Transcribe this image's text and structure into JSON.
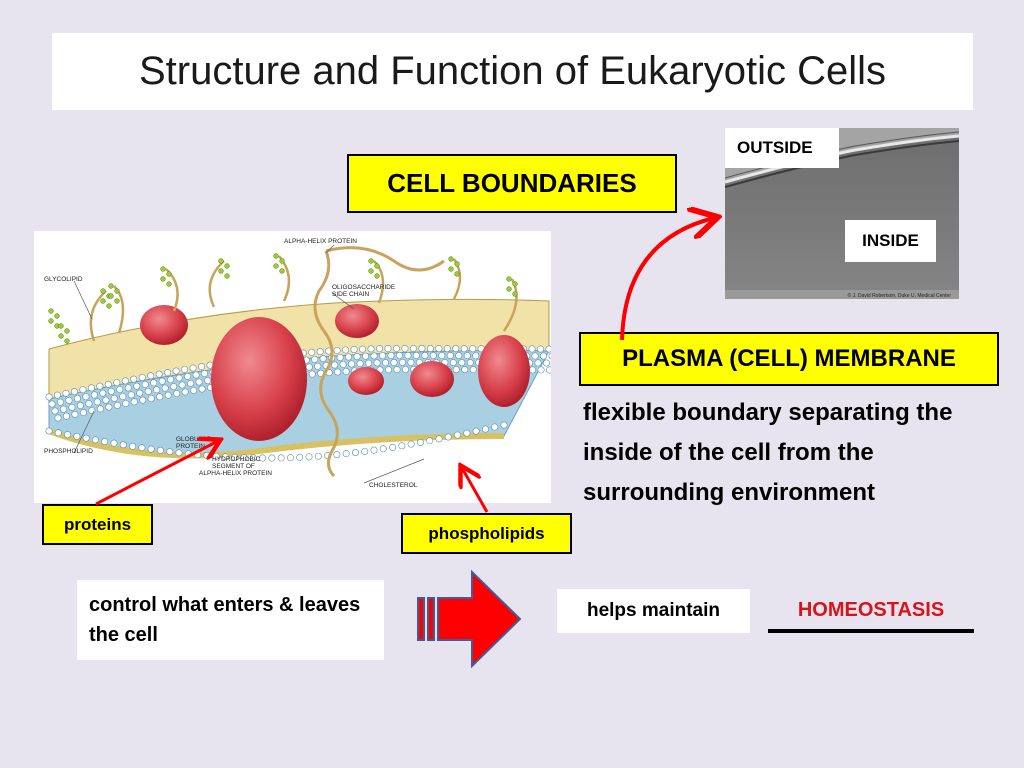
{
  "slide": {
    "title": "Structure and Function of Eukaryotic Cells",
    "cell_boundaries": "CELL BOUNDARIES",
    "plasma_membrane": "PLASMA (CELL) MEMBRANE",
    "description": "flexible boundary separating the inside of the cell from the surrounding environment",
    "proteins_label": "proteins",
    "phospholipids_label": "phospholipids",
    "control_text": "control what enters & leaves the cell",
    "helps_maintain": "helps maintain",
    "homeostasis": "HOMEOSTASIS"
  },
  "micrograph": {
    "outside_label": "OUTSIDE",
    "inside_label": "INSIDE",
    "credit": "© J. David Robertson, Duke U. Medical Center"
  },
  "diagram": {
    "labels": {
      "glycolipid": "GLYCOLIPID",
      "alpha_helix": "ALPHA-HELIX PROTEIN",
      "oligo_1": "OLIGOSACCHARIDE",
      "oligo_2": "SIDE CHAIN",
      "phospholipid": "PHOSPHOLIPID",
      "globular_1": "GLOBULAR",
      "globular_2": "PROTEIN",
      "hydro_1": "HYDROPHOBIC",
      "hydro_2": "SEGMENT OF",
      "hydro_3": "ALPHA-HELIX PROTEIN",
      "cholesterol": "CHOLESTEROL"
    }
  },
  "colors": {
    "background": "#e7e4ef",
    "label_yellow": "#ffff00",
    "arrow_red": "#ff0000",
    "homeostasis_red": "#d8141a",
    "membrane_blue": "#a9cfe3",
    "protein_red": "#d8404a"
  }
}
